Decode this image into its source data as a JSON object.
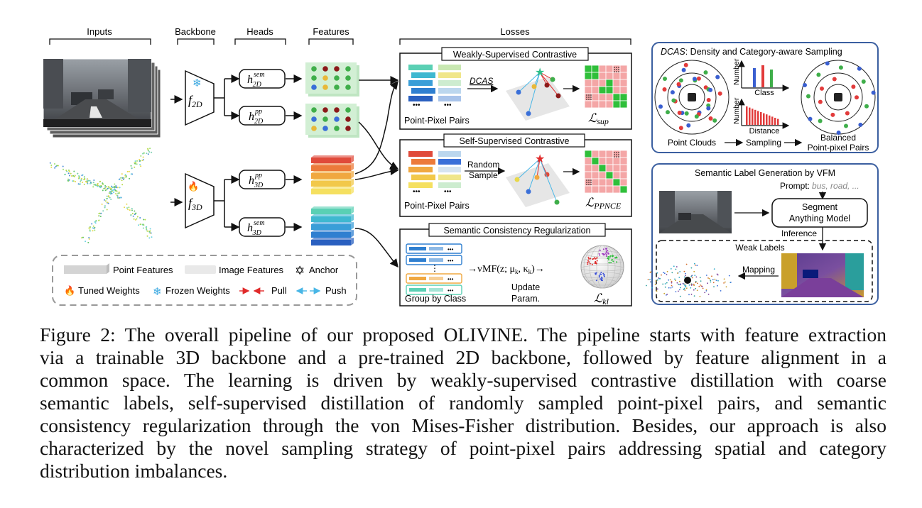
{
  "headers": {
    "inputs": "Inputs",
    "backbone": "Backbone",
    "heads": "Heads",
    "features": "Features",
    "losses": "Losses"
  },
  "backbone": {
    "f2d_main": "f",
    "f2d_sub": "2D",
    "f3d_main": "f",
    "f3d_sub": "3D",
    "frozen_glyph": "❄",
    "tuned_glyph": "🔥"
  },
  "heads": {
    "h_main": "h",
    "sem": "sem",
    "pp": "pp",
    "sub_2d": "2D",
    "sub_3d": "3D"
  },
  "losses": {
    "weak_title": "Weakly-Supervised Contrastive",
    "self_title": "Self-Supervised Contrastive",
    "sem_title": "Semantic Consistency Regularization",
    "point_pixel_pairs": "Point-Pixel Pairs",
    "dcas": "DCAS",
    "random": "Random",
    "sample": "Sample",
    "l_sup_main": "ℒ",
    "l_sup_sub": "sup",
    "l_ppnce_main": "ℒ",
    "l_ppnce_sub": "PPNCE",
    "l_kl_main": "ℒ",
    "l_kl_sub": "kl",
    "vmf": "→vMF(z; μ",
    "vmf_k": "k",
    "vmf_mid": ", κ",
    "vmf_k2": "k",
    "vmf_end": ")→",
    "group_by_class": "Group by Class",
    "update": "Update",
    "param": "Param.",
    "dots": "•••",
    "vdots": "⋮"
  },
  "legend": {
    "point_features": "Point Features",
    "image_features": "Image Features",
    "anchor": "Anchor",
    "tuned_weights": "Tuned Weights",
    "frozen_weights": "Frozen Weights",
    "pull": "Pull",
    "push": "Push",
    "anchor_glyph": "✡",
    "tuned_glyph": "🔥",
    "frozen_glyph": "❄"
  },
  "dcas_panel": {
    "title_italic": "DCAS",
    "title_rest": ": Density and Category-aware Sampling",
    "number_label": "Number",
    "class_label": "Class",
    "distance_label": "Distance",
    "point_clouds": "Point Clouds",
    "sampling": "Sampling",
    "balanced_1": "Balanced",
    "balanced_2": "Point-pixel Pairs"
  },
  "vfm_panel": {
    "title": "Semantic Label Generation by VFM",
    "prompt": "Prompt:",
    "prompt_values": "bus, road, ...",
    "sam_1": "Segment",
    "sam_2": "Anything Model",
    "inference": "Inference",
    "weak_labels": "Weak Labels",
    "mapping": "Mapping"
  },
  "caption_lines": [
    "Figure 2: The overall pipeline of our proposed OLIVINE. The pipeline starts with feature extraction",
    "via a trainable 3D backbone and a pre-trained 2D backbone, followed by feature alignment in a",
    "common space. The learning is driven by weakly-supervised contrastive distillation with coarse",
    "semantic labels, self-supervised distillation of randomly sampled point-pixel pairs, and semantic",
    "consistency regularization through the von Mises-Fisher distribution. Besides, our approach is also",
    "characterized by the novel sampling strategy of point-pixel pairs addressing spatial and category",
    "distribution imbalances."
  ],
  "colors": {
    "panel_border": "#3b5fa0",
    "feature_green": "#cdeccf",
    "pull": "#e02a2a",
    "push": "#48b6e6",
    "matrix_pink": "#f4a6a6",
    "matrix_green": "#2fbf3a"
  }
}
